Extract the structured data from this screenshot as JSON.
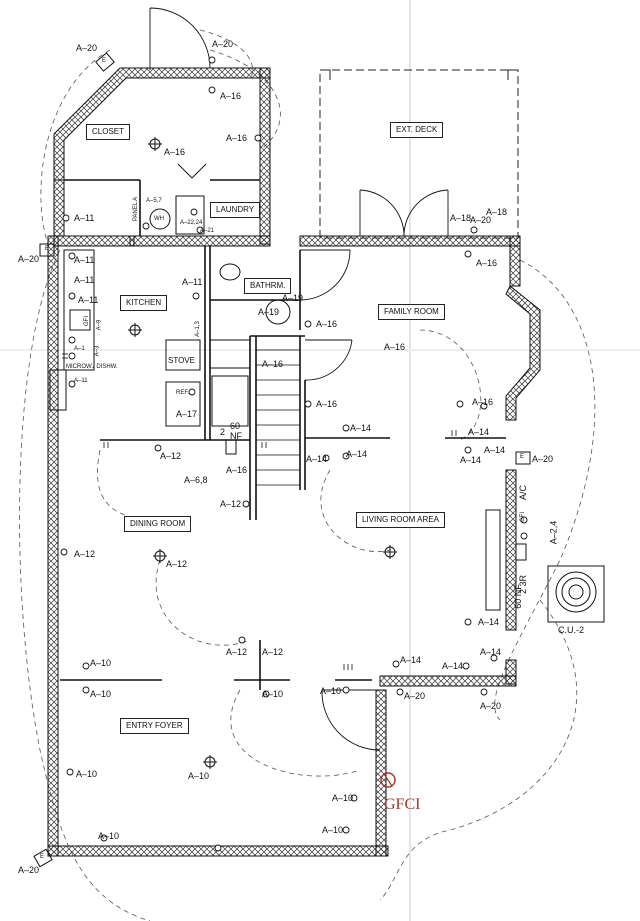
{
  "rooms": {
    "closet": "CLOSET",
    "laundry": "LAUNDRY",
    "kitchen": "KITCHEN",
    "bathroom": "BATHRM.",
    "family_room": "FAMILY ROOM",
    "ext_deck": "EXT. DECK",
    "dining_room": "DINING ROOM",
    "living_room": "LIVING ROOM AREA",
    "entry_foyer": "ENTRY FOYER",
    "condenser": "C.U.-2"
  },
  "fixtures": {
    "stove": "STOVE",
    "ref": "REF.",
    "wh": "WH",
    "panel": "PANEL A",
    "panel_rating_a": "60",
    "panel_rating_b": "NF",
    "pole_a": "2",
    "panel2_rating": "60 NF",
    "panel2_pole": "2 3R",
    "micro": "MICROW./ DISHW.",
    "ac_label": "A/C",
    "gfi_label": "GFI",
    "gfi_label2": "GFI"
  },
  "circuits": {
    "a20_top_left": "A–20",
    "a20_top": "A–20",
    "a16_top": "A–16",
    "a16_closet": "A–16",
    "a16_right_top": "A–16",
    "a57": "A–5,7",
    "a2224": "A–22,24",
    "a21": "A–21",
    "a11_a": "A–11",
    "a20_left": "A–20",
    "a11_b": "A–11",
    "a11_c": "A–11",
    "a11_d": "A–11",
    "a9": "A–9",
    "a3": "A–3",
    "a1": "A–1",
    "a11_e": "A–11",
    "a11_f": "A–11",
    "a13": "A–1,3",
    "a17": "A–17",
    "a19_a": "A–19",
    "a19_b": "A–19",
    "a16_bath": "A–16",
    "a16_fam": "A–16",
    "a16_fam2": "A–16",
    "a16_stair": "A–16",
    "a16_stair2": "A–16",
    "a18_a": "A–18",
    "a20_deck": "A–20",
    "a18_b": "A–18",
    "a16_deck": "A–16",
    "a16_bay": "A–16",
    "a14_a": "A–14",
    "a14_b": "A–14",
    "a14_c": "A–14",
    "a14_d": "A–14",
    "a14_e": "A–14",
    "a14_f": "A–14",
    "a20_right": "A–20",
    "a24": "A–2,4",
    "a12_a": "A–12",
    "a68": "A–6,8",
    "a12_b": "A–12",
    "a12_c": "A–12",
    "a12_d": "A–12",
    "a12_e": "A–12",
    "a12_f": "A–12",
    "a14_g": "A–14",
    "a14_h": "A–14",
    "a14_i": "A–14",
    "a14_j": "A–14",
    "a10_a": "A–10",
    "a10_b": "A–10",
    "a10_c": "A–10",
    "a10_d": "A–10",
    "a10_e": "A–10",
    "a10_f": "A–10",
    "a10_g": "A–10",
    "a10_h": "A–10",
    "a20_entry": "A–20",
    "a20_entry2": "A–20",
    "a20_bottom": "A–20"
  },
  "annotations": {
    "handwritten": "GFCI",
    "letter_e1": "E",
    "letter_e2": "E",
    "letter_e3": "E",
    "letter_e4": "E"
  },
  "colors": {
    "ink": "#111111",
    "hatch": "#333333",
    "annotation": "#a4342a",
    "paper": "#ffffff",
    "fold": "#e4e4e4"
  }
}
